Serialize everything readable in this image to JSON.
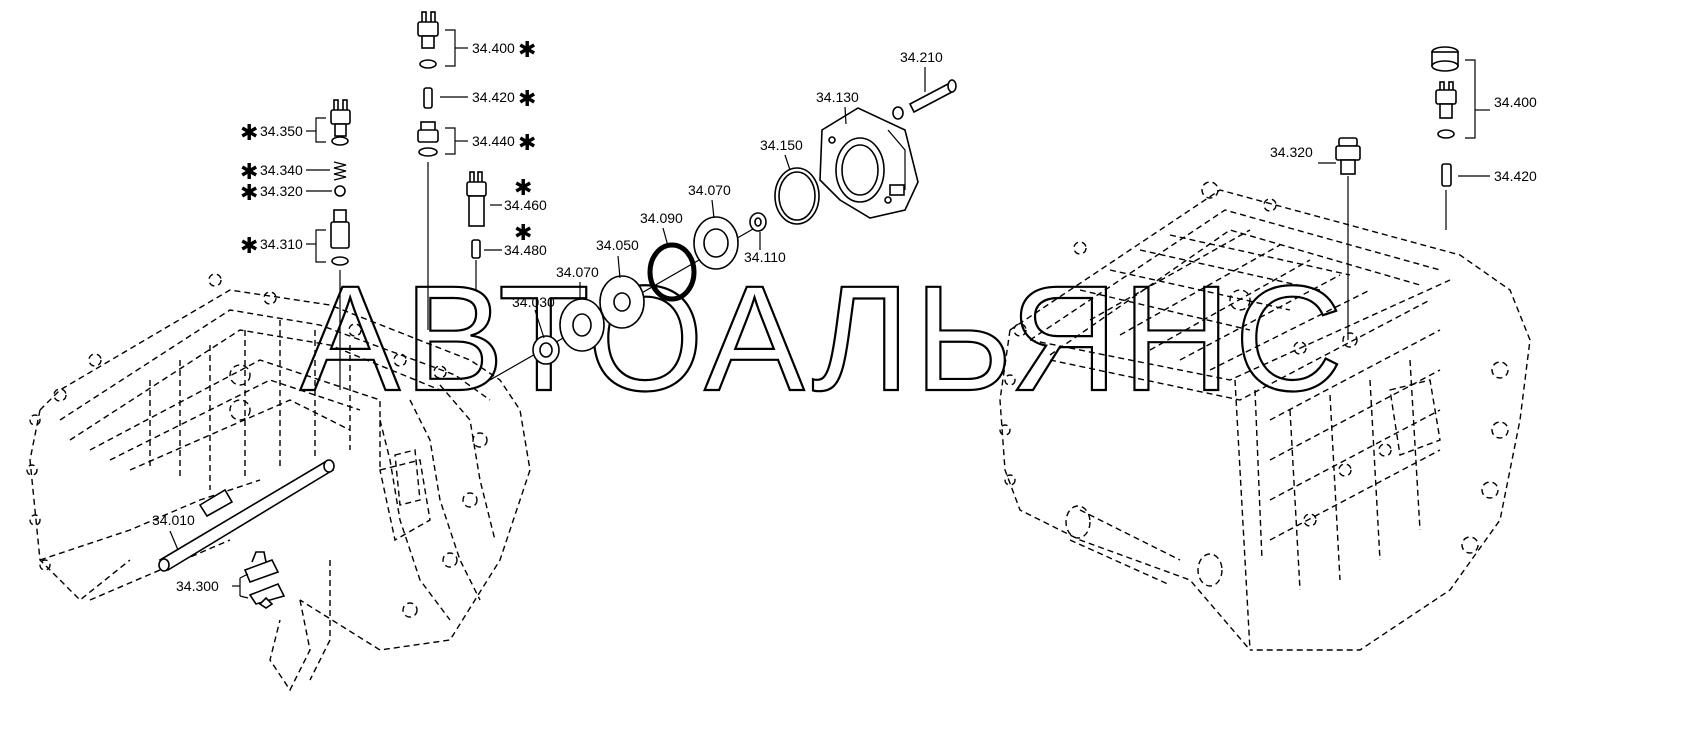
{
  "watermark": "АВТОАЛЬЯНС",
  "labels": {
    "l_34400a": "34.400",
    "l_34420a": "34.420",
    "l_34440": "34.440",
    "l_34350": "34.350",
    "l_34340": "34.340",
    "l_34320a": "34.320",
    "l_34310": "34.310",
    "l_34460": "34.460",
    "l_34480": "34.480",
    "l_34010": "34.010",
    "l_34300": "34.300",
    "l_34030": "34.030",
    "l_34070a": "34.070",
    "l_34050": "34.050",
    "l_34090": "34.090",
    "l_34070b": "34.070",
    "l_34110": "34.110",
    "l_34150": "34.150",
    "l_34130": "34.130",
    "l_34210": "34.210",
    "l_34320b": "34.320",
    "l_34400b": "34.400",
    "l_34420b": "34.420"
  },
  "star": "✱",
  "icons": [
    "sensor-icon",
    "seal-ring-icon",
    "pin-icon",
    "spring-icon",
    "valve-icon",
    "housing-icon",
    "shaft-icon",
    "bolt-icon",
    "cap-icon"
  ]
}
